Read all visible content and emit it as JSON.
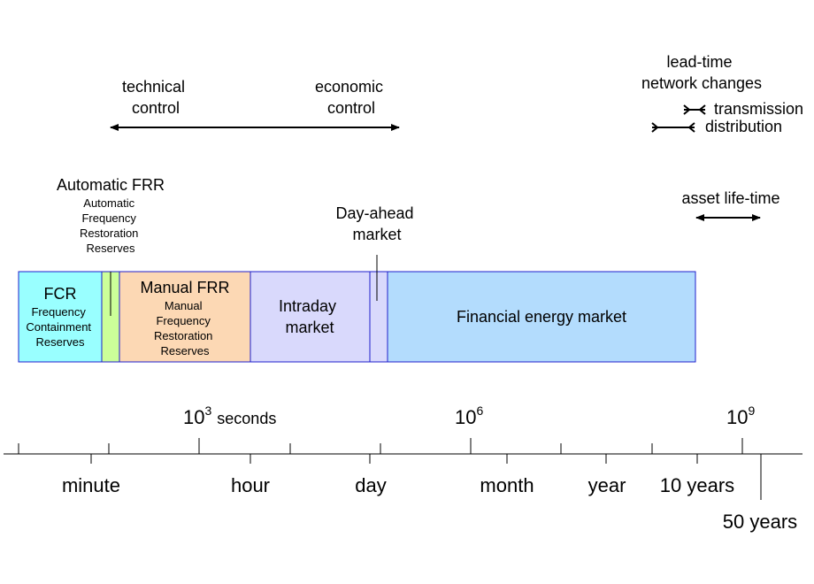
{
  "control": {
    "technical": [
      "technical",
      "control"
    ],
    "economic": [
      "economic",
      "control"
    ]
  },
  "lead_time": {
    "heading": [
      "lead-time",
      "network changes"
    ],
    "transmission": "transmission",
    "distribution": "distribution"
  },
  "asset": {
    "label": "asset life-time"
  },
  "afrr": {
    "title": "Automatic FRR",
    "desc": [
      "Automatic",
      "Frequency",
      "Restoration",
      "Reserves"
    ]
  },
  "day_ahead": {
    "label": [
      "Day-ahead",
      "market"
    ]
  },
  "segments": {
    "fcr": {
      "title": "FCR",
      "desc": [
        "Frequency",
        "Containment",
        "Reserves"
      ],
      "color": "#99ffff"
    },
    "afrr_block": {
      "color": "#ccff99"
    },
    "mfrr": {
      "title": "Manual FRR",
      "desc": [
        "Manual",
        "Frequency",
        "Restoration",
        "Reserves"
      ],
      "color": "#fcd8b4"
    },
    "intraday": {
      "title": [
        "Intraday",
        "market"
      ],
      "color": "#d9d9fc"
    },
    "dayahead_block": {
      "color": "#d9d9fc"
    },
    "financial": {
      "title": "Financial energy market",
      "color": "#b3dcfd"
    },
    "border_color": "#1f1fcc"
  },
  "axis": {
    "powers": [
      {
        "base": "10",
        "exp": "3",
        "suffix": "seconds"
      },
      {
        "base": "10",
        "exp": "6"
      },
      {
        "base": "10",
        "exp": "9"
      }
    ],
    "units": [
      "minute",
      "hour",
      "day",
      "month",
      "year",
      "10 years",
      "50 years"
    ]
  }
}
